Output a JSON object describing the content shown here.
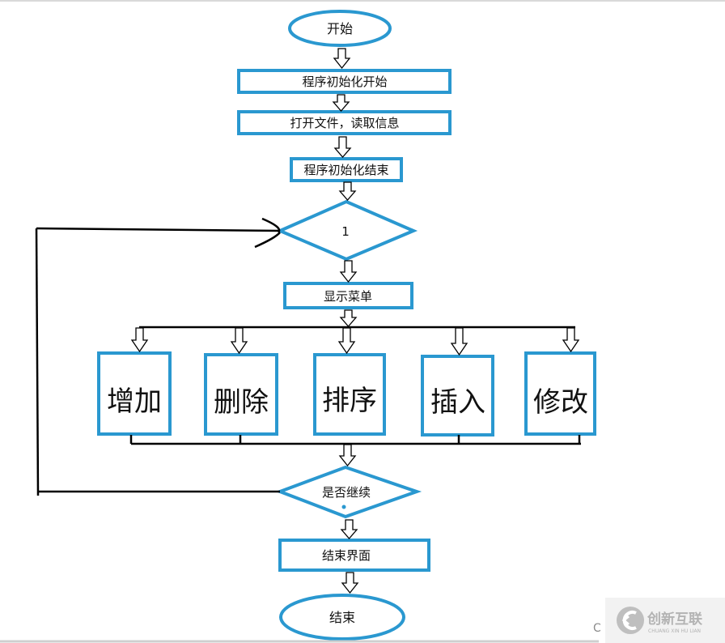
{
  "nodes": {
    "start": "开始",
    "init_start": "程序初始化开始",
    "open_file": "打开文件，读取信息",
    "init_end": "程序初始化结束",
    "loop_decision": "1",
    "show_menu": "显示菜单",
    "options": [
      "增加",
      "删除",
      "排序",
      "插入",
      "修改"
    ],
    "continue_decision": "是否继续",
    "end_screen": "结束界面",
    "end": "结束"
  },
  "watermark": {
    "brand": "创新互联",
    "pinyin": "CHUANG XIN HU LIAN",
    "stub": "C"
  },
  "colors": {
    "node_border": "#2a98d0",
    "line": "#000000",
    "text": "#111111"
  }
}
